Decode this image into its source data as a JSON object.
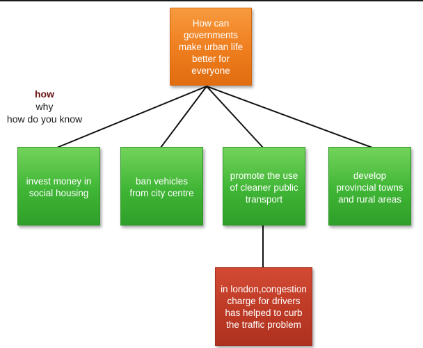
{
  "root": {
    "text": "How can governments make urban life better for everyone"
  },
  "branches": [
    {
      "text": "invest money in social housing"
    },
    {
      "text": "ban vehicles from city centre"
    },
    {
      "text": "promote the use of cleaner public transport"
    },
    {
      "text": "develop provincial towns and rural areas"
    }
  ],
  "example": {
    "text": "in london,congestion charge for drivers has helped to curb the traffic problem"
  },
  "question_words": {
    "how": "how",
    "why": "why",
    "how_do_you_know": "how do you know"
  },
  "colors": {
    "root": "#ee7d1d",
    "branch": "#3fb535",
    "example": "#bd3a25",
    "emphasis": "#6b1212"
  }
}
